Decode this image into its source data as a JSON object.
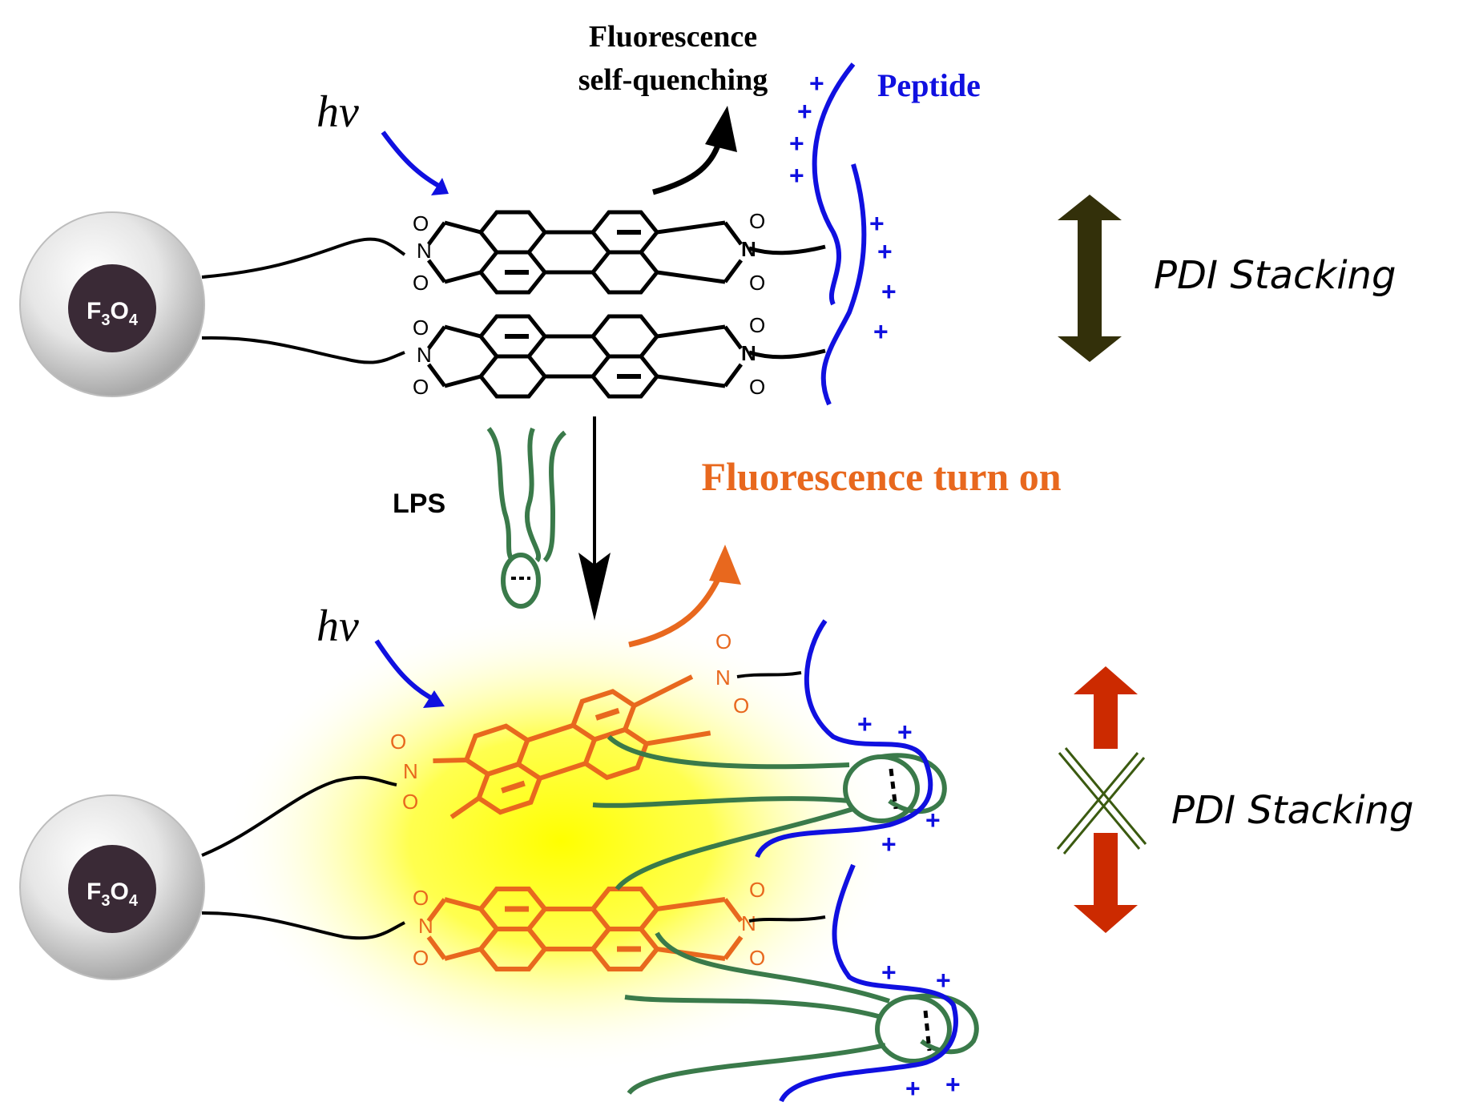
{
  "labels": {
    "quench_line1": "Fluorescence",
    "quench_line2": "self-quenching",
    "peptide": "Peptide",
    "hv": "hv",
    "lps": "LPS",
    "turn_on": "Fluorescence turn on",
    "pdi_stacking": "PDI Stacking",
    "particle": "F",
    "particle_sub1": "3",
    "particle_mid": "O",
    "particle_sub2": "4",
    "atom_o": "O",
    "atom_n": "N",
    "plus": "+"
  },
  "colors": {
    "peptide_blue": "#1010e0",
    "lps_green": "#3a7a4a",
    "turn_on_orange": "#e8681e",
    "pdi_black": "#000000",
    "arrow_dark": "#33300a",
    "arrow_red": "#cc2a00",
    "glow_yellow": "#ffff00",
    "particle_core": "#3a2a36"
  }
}
